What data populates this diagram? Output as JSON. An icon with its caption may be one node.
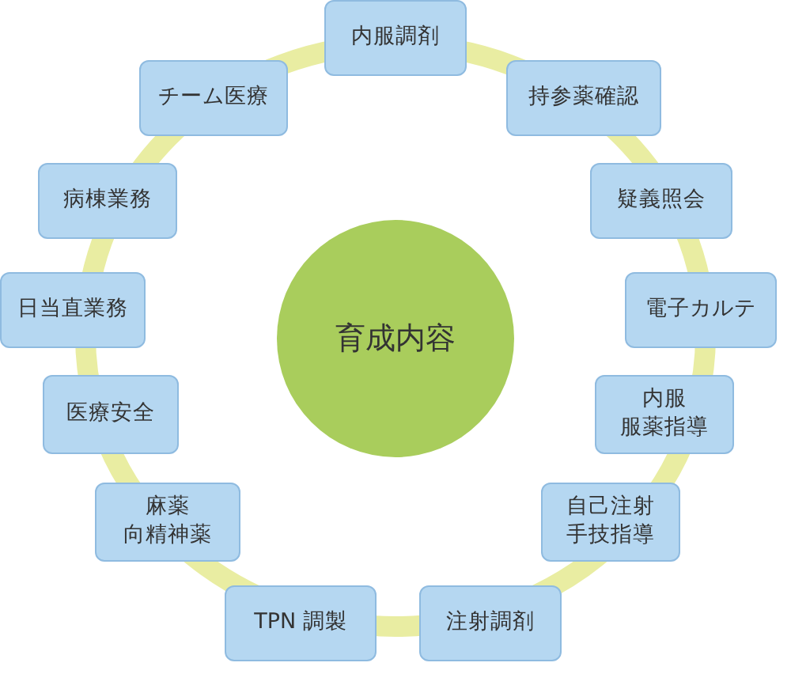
{
  "diagram": {
    "nodes": [
      {
        "text": [
          "育成内容"
        ]
      },
      {
        "text": [
          "内服調剤"
        ]
      },
      {
        "text": [
          "持参薬確認"
        ]
      },
      {
        "text": [
          "疑義照会"
        ]
      },
      {
        "text": [
          "電子カルテ"
        ]
      },
      {
        "text": [
          "内服",
          "服薬指導"
        ]
      },
      {
        "text": [
          "自己注射",
          "手技指導"
        ]
      },
      {
        "text": [
          "注射調剤"
        ]
      },
      {
        "text": [
          "TPN 調製"
        ]
      },
      {
        "text": [
          "麻薬",
          "向精神薬"
        ]
      },
      {
        "text": [
          "医療安全"
        ]
      },
      {
        "text": [
          "日当直業務"
        ]
      },
      {
        "text": [
          "病棟業務"
        ]
      },
      {
        "text": [
          "チーム医療"
        ]
      }
    ]
  }
}
